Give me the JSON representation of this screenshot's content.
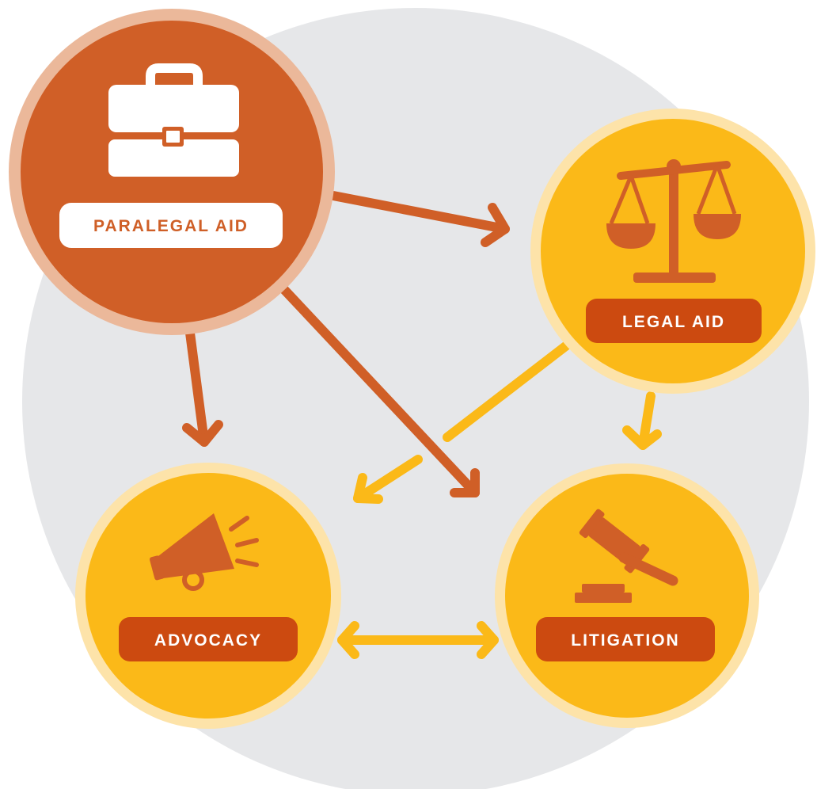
{
  "nodes": {
    "paralegal_aid": {
      "label": "PARALEGAL AID",
      "icon": "briefcase-icon"
    },
    "legal_aid": {
      "label": "LEGAL AID",
      "icon": "scales-of-justice-icon"
    },
    "advocacy": {
      "label": "ADVOCACY",
      "icon": "megaphone-icon"
    },
    "litigation": {
      "label": "LITIGATION",
      "icon": "gavel-icon"
    }
  },
  "edges": [
    {
      "from": "paralegal_aid",
      "to": "legal_aid",
      "direction": "forward"
    },
    {
      "from": "paralegal_aid",
      "to": "advocacy",
      "direction": "forward"
    },
    {
      "from": "paralegal_aid",
      "to": "litigation",
      "direction": "forward"
    },
    {
      "from": "legal_aid",
      "to": "advocacy",
      "direction": "forward"
    },
    {
      "from": "legal_aid",
      "to": "litigation",
      "direction": "forward"
    },
    {
      "from": "advocacy",
      "to": "litigation",
      "direction": "bidirectional"
    }
  ],
  "colors": {
    "background_circle": "#E6E7E9",
    "paralegal_fill": "#D05F27",
    "paralegal_ring": "#EBB89A",
    "node_fill": "#FBB918",
    "node_ring": "#FDE3A9",
    "label_pill": "#CC4A10",
    "label_text_on_pill": "#FFFFFF",
    "paralegal_label_pill": "#FFFFFF",
    "paralegal_label_text": "#CF5F27",
    "icon_on_yellow": "#D05F27",
    "icon_on_orange": "#FFFFFF",
    "arrow_orange": "#D05F27",
    "arrow_yellow": "#FBB918"
  }
}
